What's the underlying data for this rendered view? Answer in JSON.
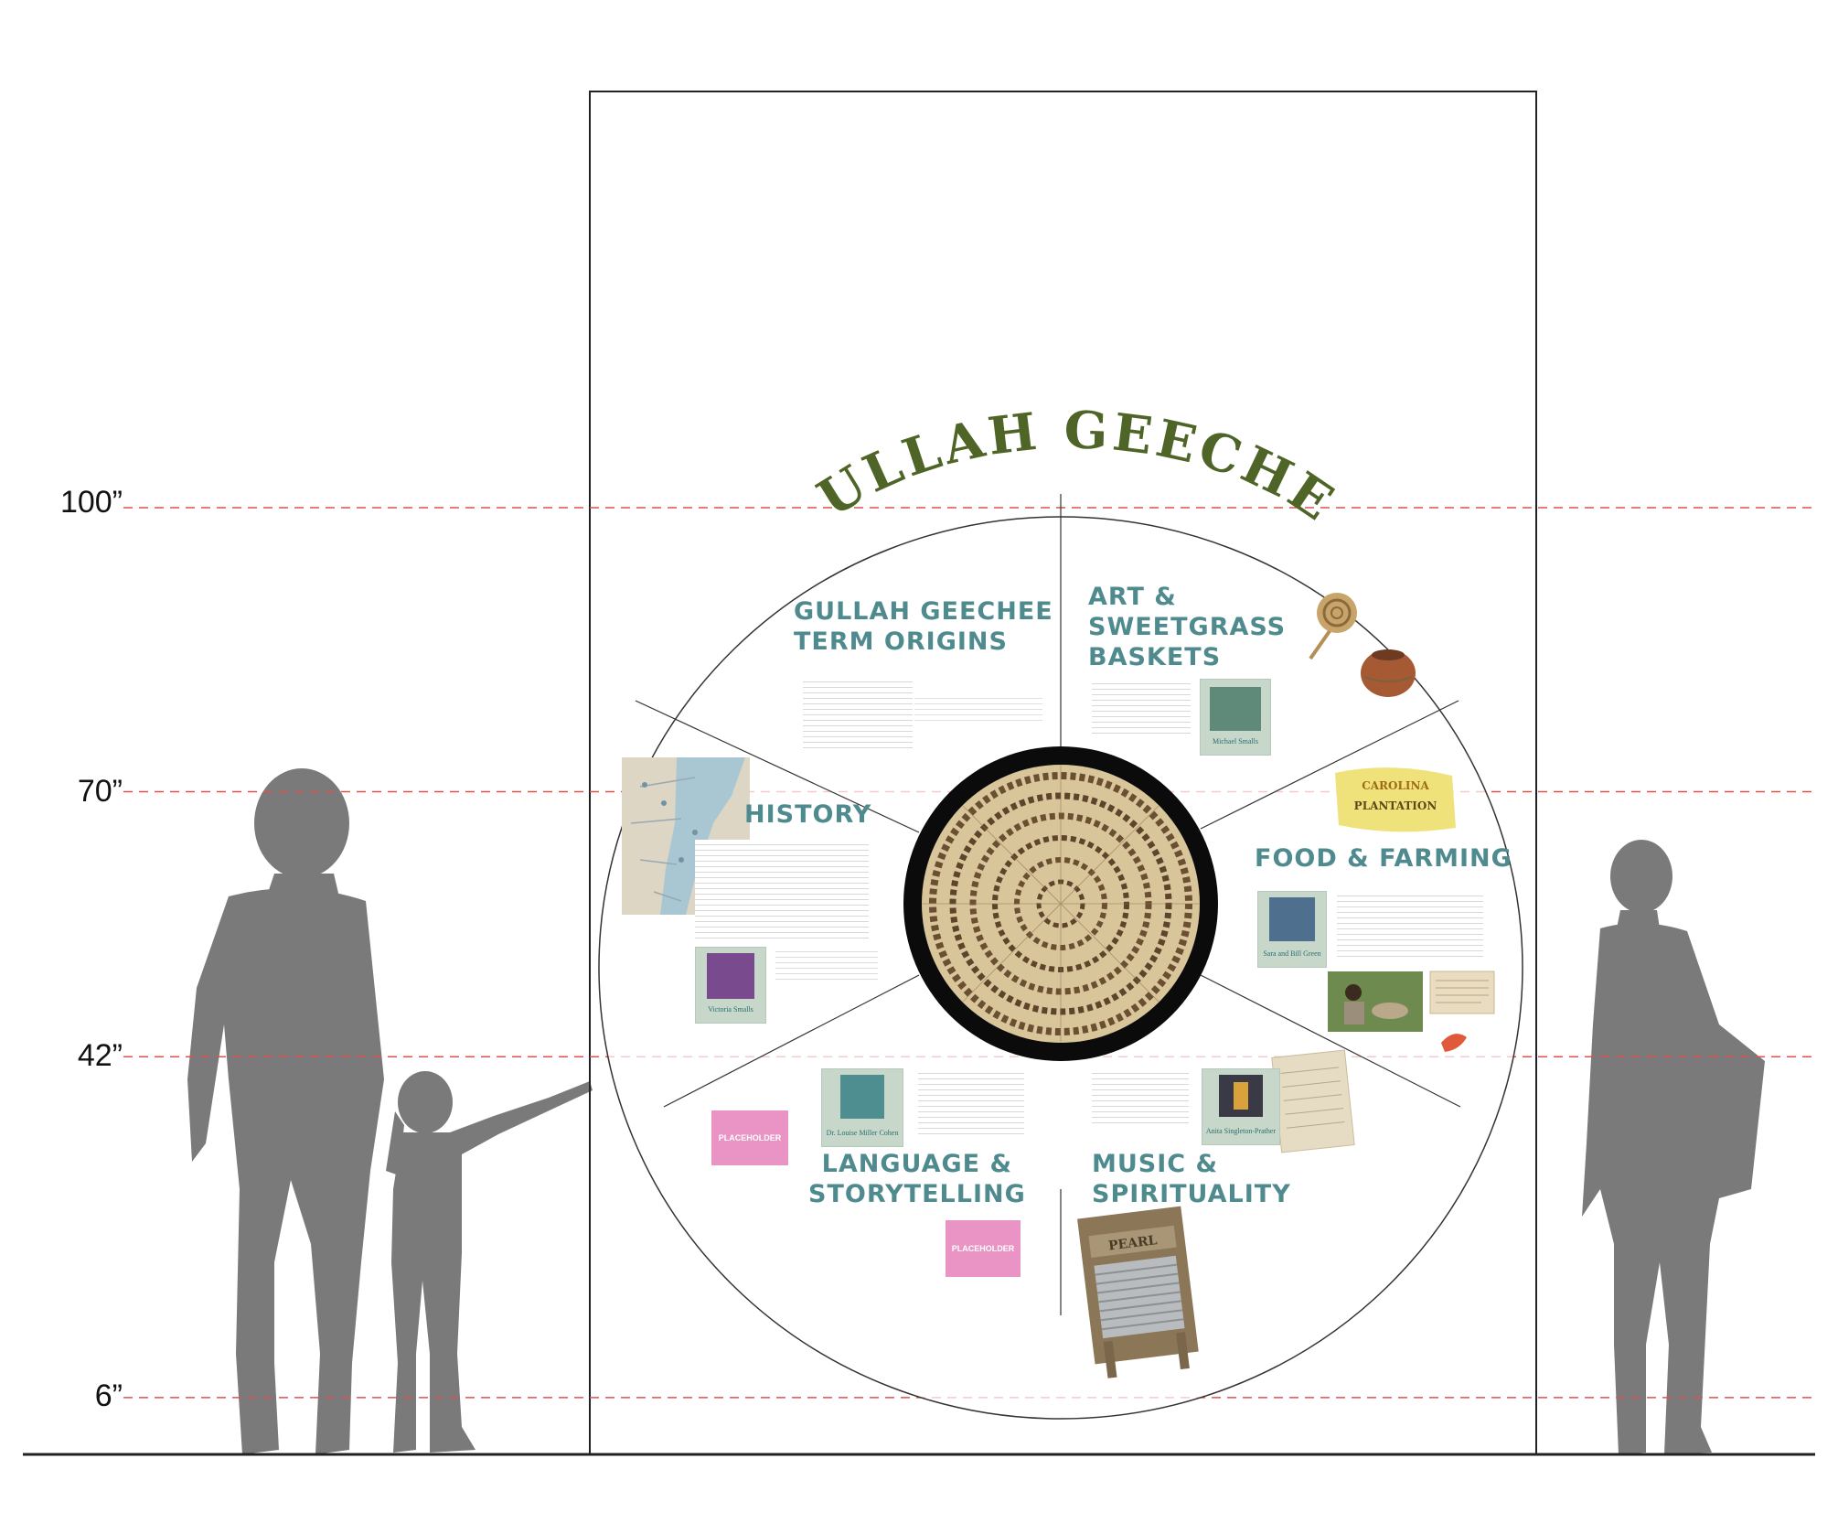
{
  "height_markers": [
    {
      "label": "100”",
      "inches": 100
    },
    {
      "label": "70”",
      "inches": 70
    },
    {
      "label": "42”",
      "inches": 42
    },
    {
      "label": "6”",
      "inches": 6
    }
  ],
  "wheel": {
    "title": "GULLAH GEECHEE",
    "segments": {
      "term_origins": {
        "title_line1": "GULLAH GEECHEE",
        "title_line2": "TERM ORIGINS"
      },
      "art": {
        "title_line1": "ART &",
        "title_line2": "SWEETGRASS",
        "title_line3": "BASKETS",
        "portrait_name": "Michael Smalls"
      },
      "history": {
        "title": "HISTORY",
        "portrait_name": "Victoria Smalls"
      },
      "food": {
        "title": "FOOD & FARMING",
        "portrait_name": "Sara and Bill Green",
        "product_line1": "CAROLINA",
        "product_line2": "PLANTATION"
      },
      "language": {
        "title_line1": "LANGUAGE &",
        "title_line2": "STORYTELLING",
        "portrait_name": "Dr. Louise Miller Cohen",
        "placeholder1": "PLACEHOLDER",
        "placeholder2": "PLACEHOLDER"
      },
      "music": {
        "title_line1": "MUSIC &",
        "title_line2": "SPIRITUALITY",
        "portrait_name": "Anita Singleton-Prather",
        "washboard_label": "PEARL"
      }
    }
  },
  "colors": {
    "teal": "#4f8b8e",
    "olive": "#4e6527",
    "silhouette": "#7a7a7a",
    "guide": "#d9534f",
    "placeholder": "#ea94c5"
  }
}
